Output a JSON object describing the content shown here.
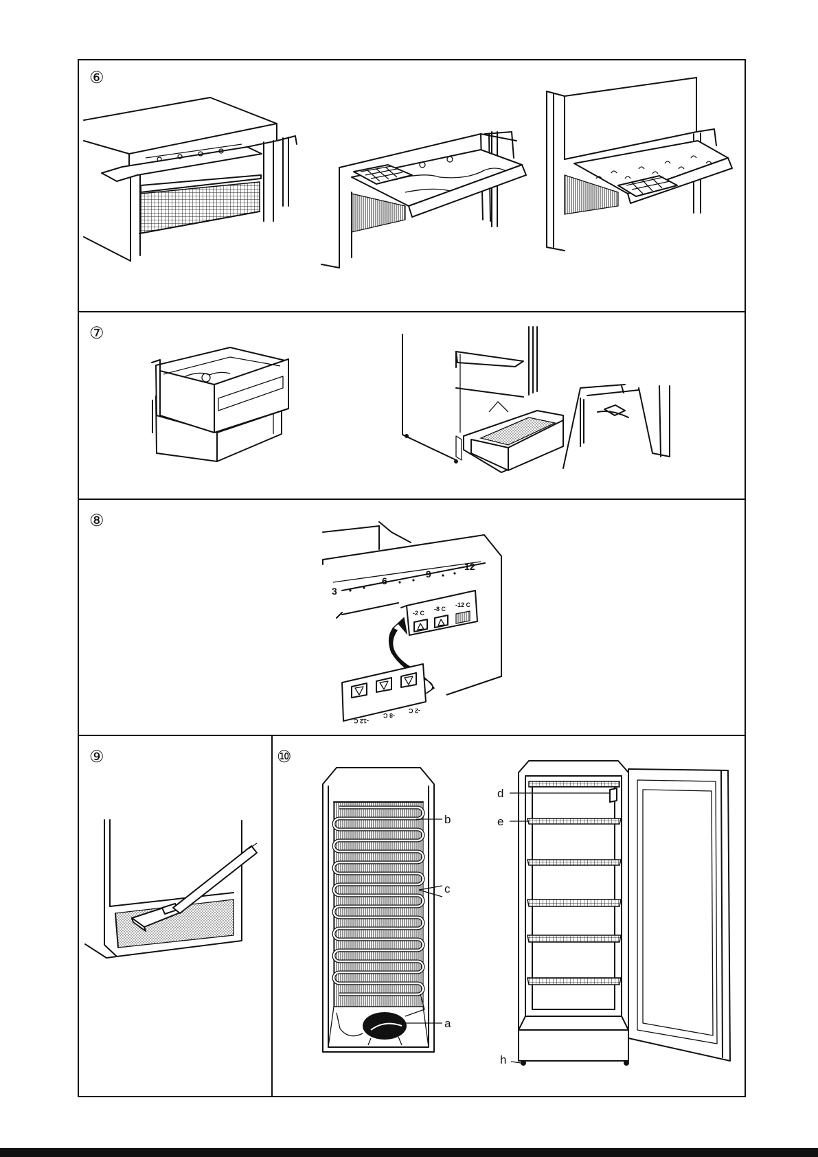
{
  "panels": {
    "p6": {
      "number": "⑥"
    },
    "p7": {
      "number": "⑦"
    },
    "p8": {
      "number": "⑧",
      "scale": [
        "3",
        "6",
        "9",
        "12"
      ],
      "panel_temps": [
        "-2 C",
        "-8 C",
        "-12 C"
      ],
      "flipped_temps": [
        "-12 C",
        "-8 C",
        "-2 C"
      ]
    },
    "p9": {
      "number": "⑨"
    },
    "p10": {
      "number": "⑩",
      "labels": {
        "a": "a",
        "b": "b",
        "c": "c",
        "d": "d",
        "e": "e",
        "h": "h"
      }
    }
  },
  "colors": {
    "ink": "#111111",
    "paper": "#ffffff"
  }
}
